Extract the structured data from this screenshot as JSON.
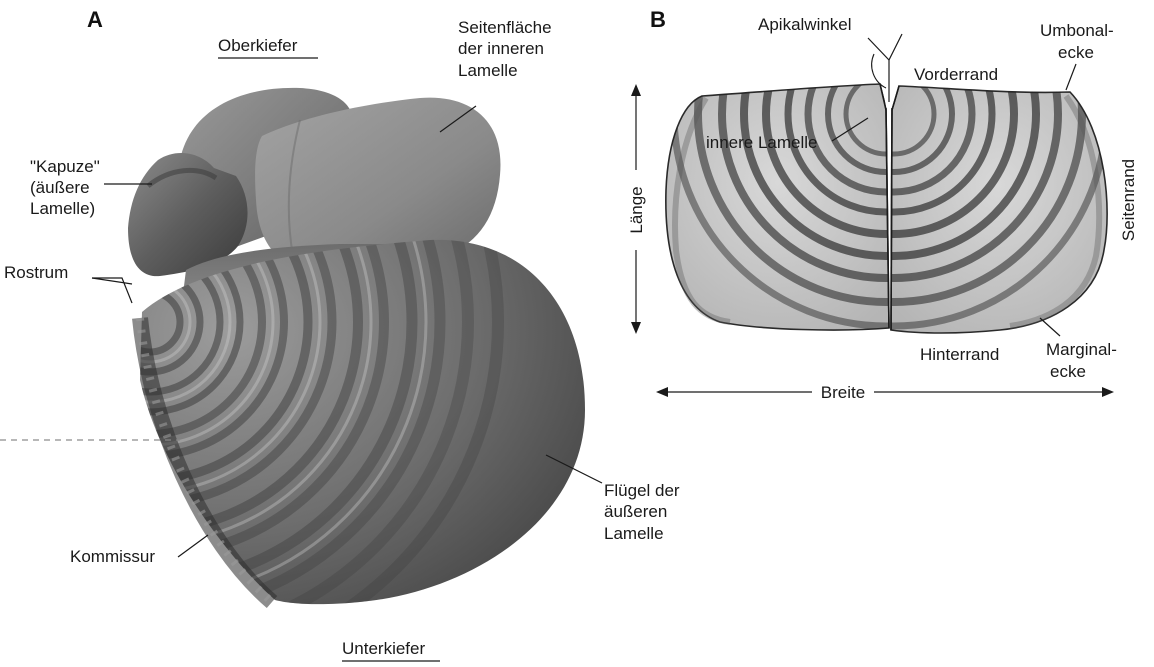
{
  "panels": {
    "a": "A",
    "b": "B"
  },
  "figure_a": {
    "oberkiefer": "Oberkiefer",
    "seitenflaeche_1": "Seitenfläche",
    "seitenflaeche_2": "der inneren",
    "seitenflaeche_3": "Lamelle",
    "kapuze_1": "\"Kapuze\"",
    "kapuze_2": "(äußere",
    "kapuze_3": "Lamelle)",
    "rostrum": "Rostrum",
    "kommissur": "Kommissur",
    "fluegel_1": "Flügel der",
    "fluegel_2": "äußeren",
    "fluegel_3": "Lamelle",
    "unterkiefer": "Unterkiefer"
  },
  "figure_b": {
    "apikalwinkel": "Apikalwinkel",
    "umbonalecke_1": "Umbonal-",
    "umbonalecke_2": "ecke",
    "vorderrand": "Vorderrand",
    "innere_lamelle": "innere Lamelle",
    "laenge": "Länge",
    "seitenrand": "Seitenrand",
    "hinterrand": "Hinterrand",
    "marginalecke_1": "Marginal-",
    "marginalecke_2": "ecke",
    "breite": "Breite"
  }
}
